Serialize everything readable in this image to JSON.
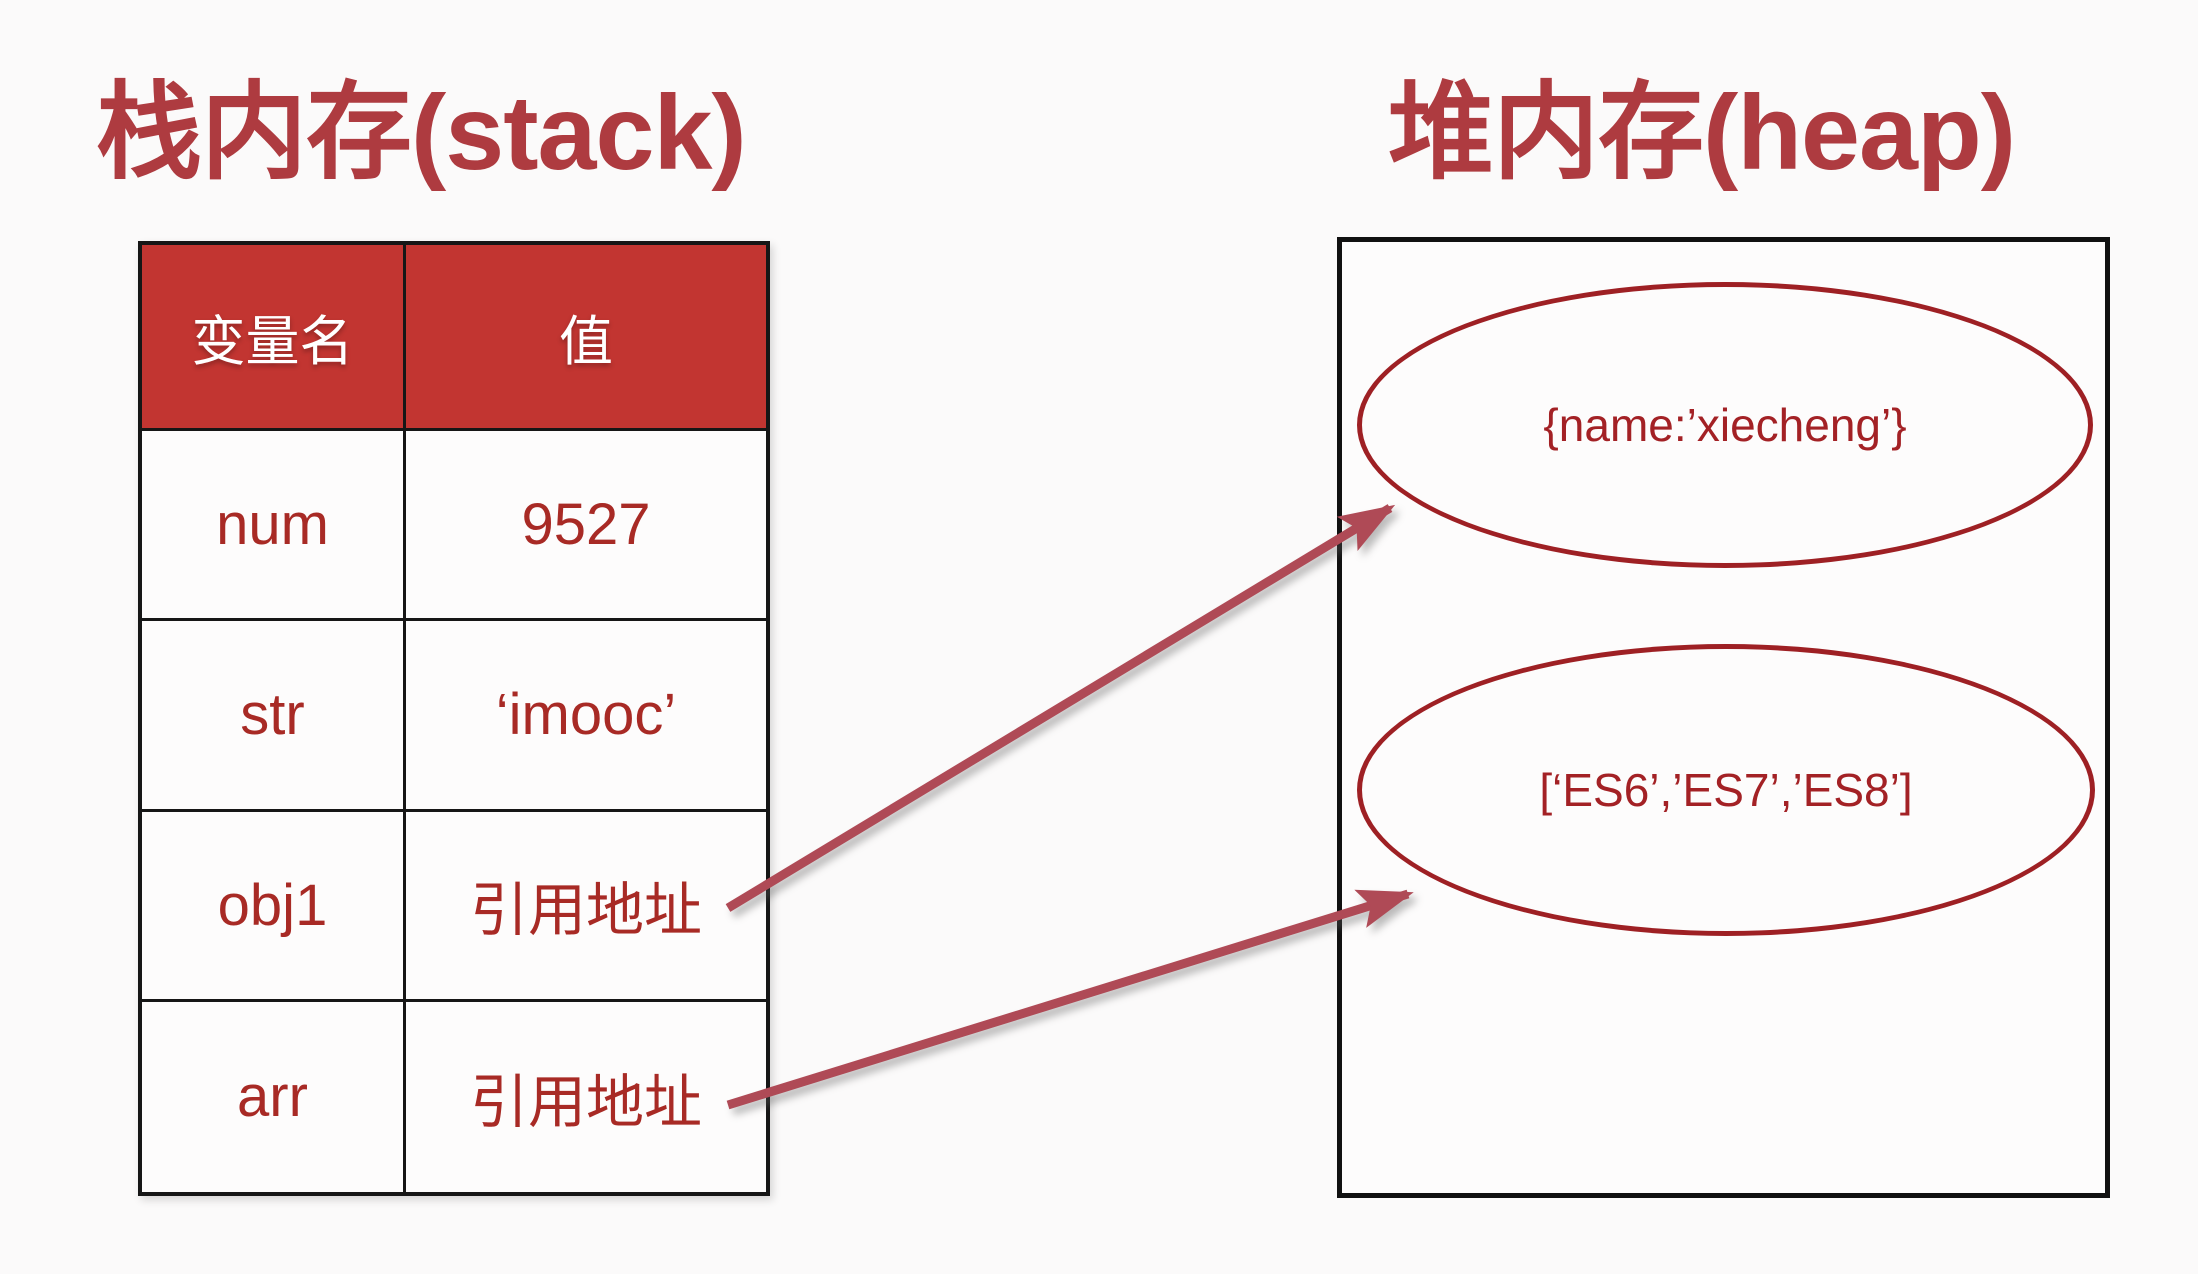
{
  "stack": {
    "title": "栈内存(stack)",
    "table": {
      "headers": [
        "变量名",
        "值"
      ],
      "rows": [
        {
          "name": "num",
          "value": "9527"
        },
        {
          "name": "str",
          "value": "‘imooc’"
        },
        {
          "name": "obj1",
          "value": "引用地址"
        },
        {
          "name": "arr",
          "value": "引用地址"
        }
      ]
    }
  },
  "heap": {
    "title": "堆内存(heap)",
    "objects": [
      {
        "label": "{name:’xiecheng’}"
      },
      {
        "label": "[‘ES6’,’ES7’,’ES8’]"
      }
    ]
  },
  "connections": [
    {
      "from_variable": "obj1",
      "to_object": "{name:’xiecheng’}"
    },
    {
      "from_variable": "arr",
      "to_object": "[‘ES6’,’ES7’,’ES8’]"
    }
  ],
  "colors": {
    "title_red": "#ae3b40",
    "table_header_bg": "#c23531",
    "table_text_red": "#a82a25",
    "ellipse_border_red": "#9e2024",
    "arrow_red": "#af4a56",
    "border_black": "#161616"
  }
}
